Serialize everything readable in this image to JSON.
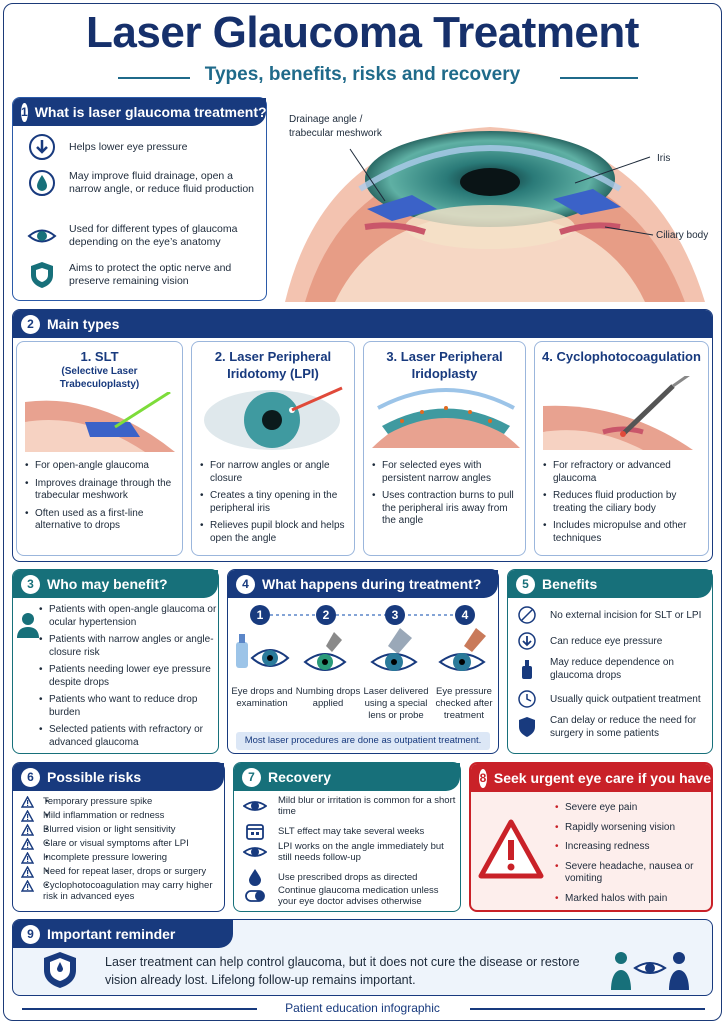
{
  "header": {
    "title": "Laser Glaucoma Treatment",
    "subtitle": "Types, benefits, risks and recovery"
  },
  "what": {
    "num": "1",
    "title": "What is laser glaucoma treatment?",
    "items": [
      {
        "icon": "down-arrow-icon",
        "text": "Helps lower eye pressure"
      },
      {
        "icon": "drop-icon",
        "text": "May improve fluid drainage, open a narrow angle, or reduce fluid production"
      },
      {
        "icon": "eye-icon",
        "text": "Used for different types of glaucoma depending on the eye’s anatomy"
      },
      {
        "icon": "shield-icon",
        "text": "Aims to protect the optic nerve and preserve remaining vision"
      }
    ]
  },
  "diagram": {
    "drainage": "Drainage angle /",
    "trabecular": "trabecular meshwork",
    "iris": "Iris",
    "ciliary": "Ciliary body"
  },
  "types": {
    "num": "2",
    "title": "Main types",
    "cards": [
      {
        "title": "1. SLT",
        "subtitle": "(Selective Laser Trabeculoplasty)",
        "items": [
          "For open-angle glaucoma",
          "Improves drainage through the trabecular meshwork",
          "Often used as a first-line alternative to drops"
        ]
      },
      {
        "title": "2. Laser Peripheral Iridotomy (LPI)",
        "subtitle": "",
        "items": [
          "For narrow angles or angle closure",
          "Creates a tiny opening in the peripheral iris",
          "Relieves pupil block and helps open the angle"
        ]
      },
      {
        "title": "3. Laser Peripheral Iridoplasty",
        "subtitle": "",
        "items": [
          "For selected eyes with persistent narrow angles",
          "Uses contraction burns to pull the peripheral iris away from the angle"
        ]
      },
      {
        "title": "4. Cyclophotocoagulation",
        "subtitle": "",
        "items": [
          "For refractory or advanced glaucoma",
          "Reduces fluid production by treating the ciliary body",
          "Includes micropulse and other techniques"
        ]
      }
    ]
  },
  "benefit": {
    "num": "3",
    "title": "Who may benefit?",
    "items": [
      "Patients with open-angle glaucoma or ocular hypertension",
      "Patients with narrow angles or angle-closure risk",
      "Patients needing lower eye pressure despite drops",
      "Patients who want to reduce drop burden",
      "Selected patients with refractory or advanced glaucoma"
    ]
  },
  "during": {
    "num": "4",
    "title": "What happens during treatment?",
    "steps": [
      {
        "n": "1",
        "text": "Eye drops and examination"
      },
      {
        "n": "2",
        "text": "Numbing drops applied"
      },
      {
        "n": "3",
        "text": "Laser delivered using a special lens or probe"
      },
      {
        "n": "4",
        "text": "Eye pressure checked after treatment"
      }
    ],
    "note": "Most laser procedures are done as outpatient treatment."
  },
  "benefits": {
    "num": "5",
    "title": "Benefits",
    "items": [
      {
        "icon": "no-incision-icon",
        "text": "No external incision for SLT or LPI"
      },
      {
        "icon": "down-arrow-icon",
        "text": "Can reduce eye pressure"
      },
      {
        "icon": "bottle-icon",
        "text": "May reduce dependence on glaucoma drops"
      },
      {
        "icon": "clock-icon",
        "text": "Usually quick outpatient treatment"
      },
      {
        "icon": "shield-icon",
        "text": "Can delay or reduce the need for surgery in some patients"
      }
    ]
  },
  "risks": {
    "num": "6",
    "title": "Possible risks",
    "items": [
      "Temporary pressure spike",
      "Mild inflammation or redness",
      "Blurred vision or light sensitivity",
      "Glare or visual symptoms after LPI",
      "Incomplete pressure lowering",
      "Need for repeat laser, drops or surgery",
      "Cyclophotocoagulation may carry higher risk in advanced eyes"
    ]
  },
  "recovery": {
    "num": "7",
    "title": "Recovery",
    "items": [
      {
        "icon": "eye-icon",
        "text": "Mild blur or irritation is common for a short time"
      },
      {
        "icon": "calendar-icon",
        "text": "SLT effect may take several weeks"
      },
      {
        "icon": "eye-icon",
        "text": "LPI works on the angle immediately but still needs follow-up"
      },
      {
        "icon": "drop-icon",
        "text": "Use prescribed drops as directed"
      },
      {
        "icon": "pill-icon",
        "text": "Continue glaucoma medication unless your eye doctor advises otherwise"
      }
    ]
  },
  "urgent": {
    "num": "8",
    "title": "Seek urgent eye care if you have",
    "items": [
      "Severe eye pain",
      "Rapidly worsening vision",
      "Increasing redness",
      "Severe headache, nausea or vomiting",
      "Marked halos with pain"
    ]
  },
  "reminder": {
    "num": "9",
    "title": "Important reminder",
    "text": "Laser treatment can help control glaucoma, but it does not cure the disease or restore vision already lost. Lifelong follow-up remains important."
  },
  "footer": "Patient education infographic"
}
